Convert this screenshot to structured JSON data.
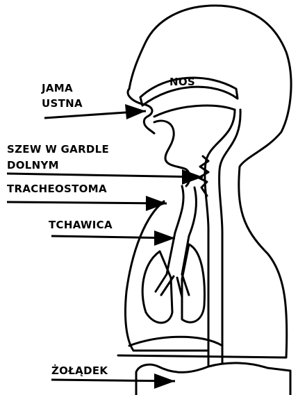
{
  "labels": {
    "nos": "NOS",
    "jama_ustna_1": "JAMA",
    "jama_ustna_2": "USTNA",
    "szew_1": "SZEW W GARDLE",
    "szew_2": "DOLNYM",
    "tracheostoma": "TRACHEOSTOMA",
    "tchawica": "TCHAWICA",
    "zoladek": "ŻOŁĄDEK"
  },
  "colors": {
    "ink": "#000000",
    "paper": "#ffffff"
  }
}
